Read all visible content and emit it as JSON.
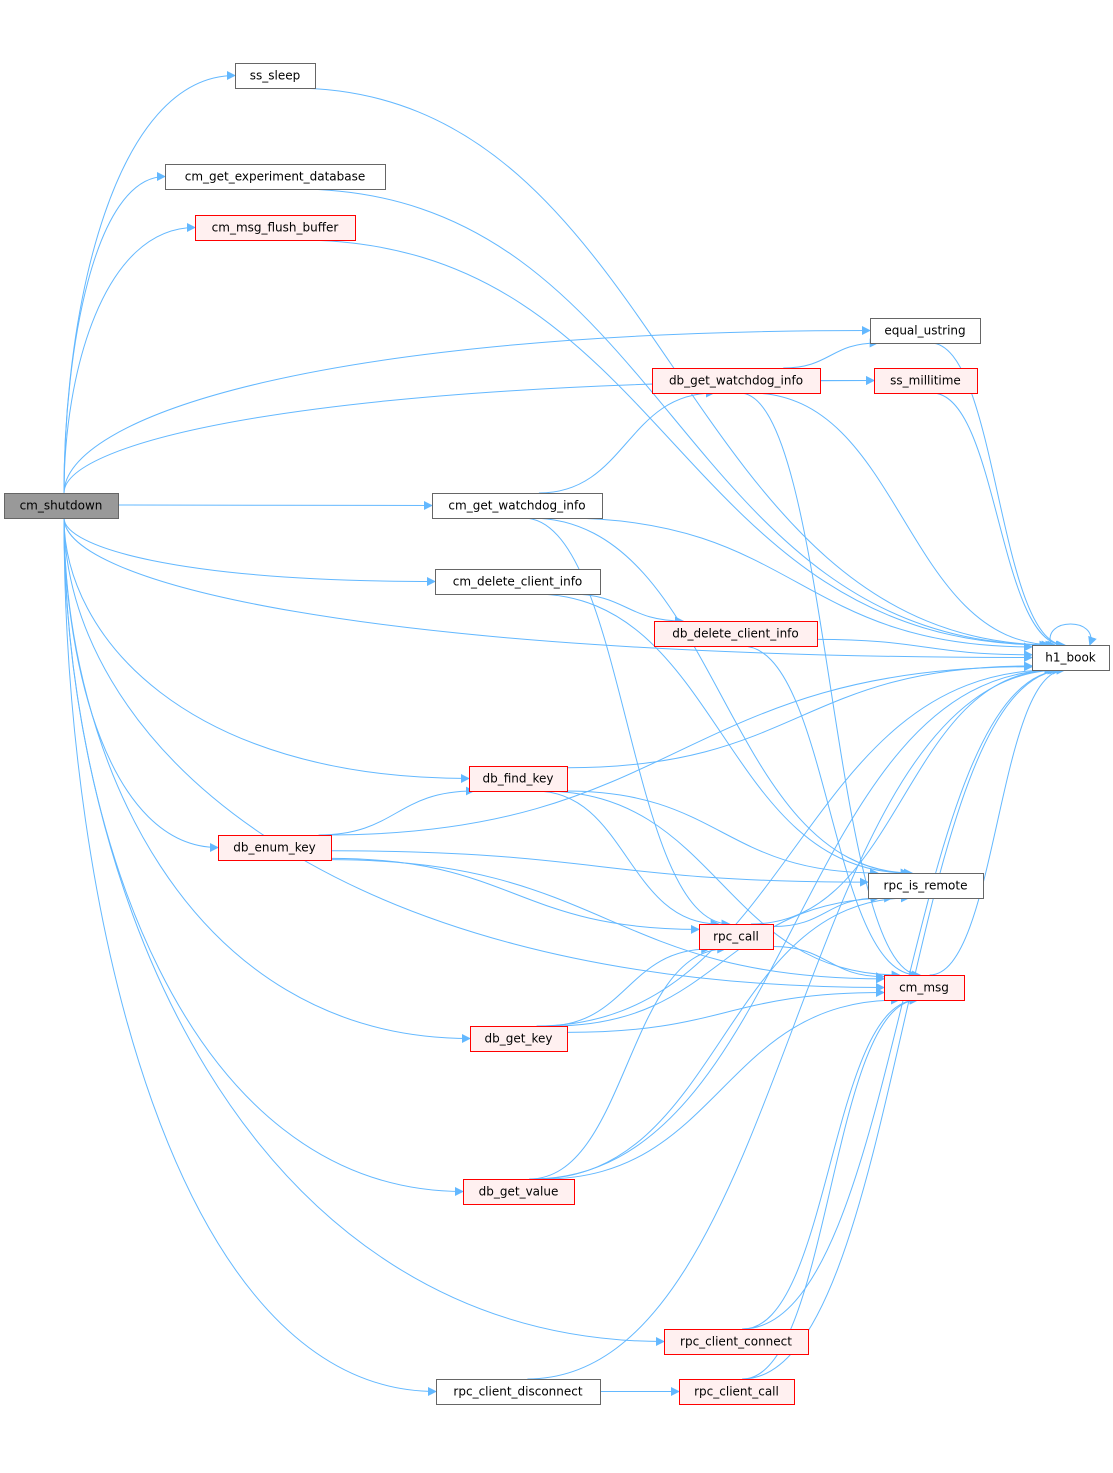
{
  "colors": {
    "edge": "#63b8ff",
    "root_fill": "#999999",
    "root_border": "#666666",
    "plain_fill": "#ffffff",
    "plain_border": "#666666",
    "red_fill": "#fff0f0",
    "red_border": "#ff0000"
  },
  "nodes": [
    {
      "id": "cm_shutdown",
      "label": "cm_shutdown",
      "style": "root"
    },
    {
      "id": "ss_sleep",
      "label": "ss_sleep",
      "style": "plain"
    },
    {
      "id": "cm_get_experiment_database",
      "label": "cm_get_experiment_database",
      "style": "plain"
    },
    {
      "id": "cm_msg_flush_buffer",
      "label": "cm_msg_flush_buffer",
      "style": "red"
    },
    {
      "id": "equal_ustring",
      "label": "equal_ustring",
      "style": "plain"
    },
    {
      "id": "db_get_watchdog_info",
      "label": "db_get_watchdog_info",
      "style": "red"
    },
    {
      "id": "ss_millitime",
      "label": "ss_millitime",
      "style": "red"
    },
    {
      "id": "cm_get_watchdog_info",
      "label": "cm_get_watchdog_info",
      "style": "plain"
    },
    {
      "id": "cm_delete_client_info",
      "label": "cm_delete_client_info",
      "style": "plain"
    },
    {
      "id": "db_delete_client_info",
      "label": "db_delete_client_info",
      "style": "red"
    },
    {
      "id": "h1_book",
      "label": "h1_book",
      "style": "plain"
    },
    {
      "id": "db_find_key",
      "label": "db_find_key",
      "style": "red"
    },
    {
      "id": "db_enum_key",
      "label": "db_enum_key",
      "style": "red"
    },
    {
      "id": "rpc_is_remote",
      "label": "rpc_is_remote",
      "style": "plain"
    },
    {
      "id": "rpc_call",
      "label": "rpc_call",
      "style": "red"
    },
    {
      "id": "cm_msg",
      "label": "cm_msg",
      "style": "red"
    },
    {
      "id": "db_get_key",
      "label": "db_get_key",
      "style": "red"
    },
    {
      "id": "db_get_value",
      "label": "db_get_value",
      "style": "red"
    },
    {
      "id": "rpc_client_connect",
      "label": "rpc_client_connect",
      "style": "red"
    },
    {
      "id": "rpc_client_disconnect",
      "label": "rpc_client_disconnect",
      "style": "plain"
    },
    {
      "id": "rpc_client_call",
      "label": "rpc_client_call",
      "style": "red"
    }
  ],
  "edges": [
    [
      "cm_shutdown",
      "ss_sleep"
    ],
    [
      "cm_shutdown",
      "h1_book"
    ],
    [
      "cm_shutdown",
      "cm_get_experiment_database"
    ],
    [
      "cm_shutdown",
      "cm_msg_flush_buffer"
    ],
    [
      "cm_shutdown",
      "equal_ustring"
    ],
    [
      "cm_shutdown",
      "ss_millitime"
    ],
    [
      "cm_shutdown",
      "cm_get_watchdog_info"
    ],
    [
      "cm_shutdown",
      "cm_delete_client_info"
    ],
    [
      "cm_shutdown",
      "db_find_key"
    ],
    [
      "cm_shutdown",
      "db_enum_key"
    ],
    [
      "cm_shutdown",
      "cm_msg"
    ],
    [
      "cm_shutdown",
      "db_get_key"
    ],
    [
      "cm_shutdown",
      "db_get_value"
    ],
    [
      "cm_shutdown",
      "rpc_client_connect"
    ],
    [
      "cm_shutdown",
      "rpc_client_disconnect"
    ],
    [
      "ss_sleep",
      "h1_book"
    ],
    [
      "cm_get_experiment_database",
      "h1_book"
    ],
    [
      "cm_msg_flush_buffer",
      "h1_book"
    ],
    [
      "equal_ustring",
      "h1_book"
    ],
    [
      "db_get_watchdog_info",
      "equal_ustring"
    ],
    [
      "db_get_watchdog_info",
      "ss_millitime"
    ],
    [
      "db_get_watchdog_info",
      "h1_book"
    ],
    [
      "db_get_watchdog_info",
      "cm_msg"
    ],
    [
      "ss_millitime",
      "h1_book"
    ],
    [
      "cm_get_watchdog_info",
      "db_get_watchdog_info"
    ],
    [
      "cm_get_watchdog_info",
      "h1_book"
    ],
    [
      "cm_get_watchdog_info",
      "rpc_is_remote"
    ],
    [
      "cm_get_watchdog_info",
      "rpc_call"
    ],
    [
      "cm_delete_client_info",
      "db_delete_client_info"
    ],
    [
      "cm_delete_client_info",
      "rpc_is_remote"
    ],
    [
      "db_delete_client_info",
      "h1_book"
    ],
    [
      "db_delete_client_info",
      "cm_msg"
    ],
    [
      "h1_book",
      "h1_book"
    ],
    [
      "db_find_key",
      "h1_book"
    ],
    [
      "db_find_key",
      "rpc_is_remote"
    ],
    [
      "db_find_key",
      "rpc_call"
    ],
    [
      "db_find_key",
      "cm_msg"
    ],
    [
      "db_enum_key",
      "db_find_key"
    ],
    [
      "db_enum_key",
      "h1_book"
    ],
    [
      "db_enum_key",
      "rpc_is_remote"
    ],
    [
      "db_enum_key",
      "rpc_call"
    ],
    [
      "db_enum_key",
      "cm_msg"
    ],
    [
      "rpc_call",
      "rpc_is_remote"
    ],
    [
      "rpc_call",
      "h1_book"
    ],
    [
      "rpc_call",
      "cm_msg"
    ],
    [
      "cm_msg",
      "h1_book"
    ],
    [
      "db_get_key",
      "rpc_call"
    ],
    [
      "db_get_key",
      "rpc_is_remote"
    ],
    [
      "db_get_key",
      "cm_msg"
    ],
    [
      "db_get_key",
      "h1_book"
    ],
    [
      "db_get_value",
      "rpc_call"
    ],
    [
      "db_get_value",
      "rpc_is_remote"
    ],
    [
      "db_get_value",
      "cm_msg"
    ],
    [
      "db_get_value",
      "h1_book"
    ],
    [
      "rpc_client_connect",
      "cm_msg"
    ],
    [
      "rpc_client_connect",
      "h1_book"
    ],
    [
      "rpc_client_disconnect",
      "rpc_client_call"
    ],
    [
      "rpc_client_disconnect",
      "h1_book"
    ],
    [
      "rpc_client_call",
      "cm_msg"
    ],
    [
      "rpc_client_call",
      "h1_book"
    ]
  ]
}
